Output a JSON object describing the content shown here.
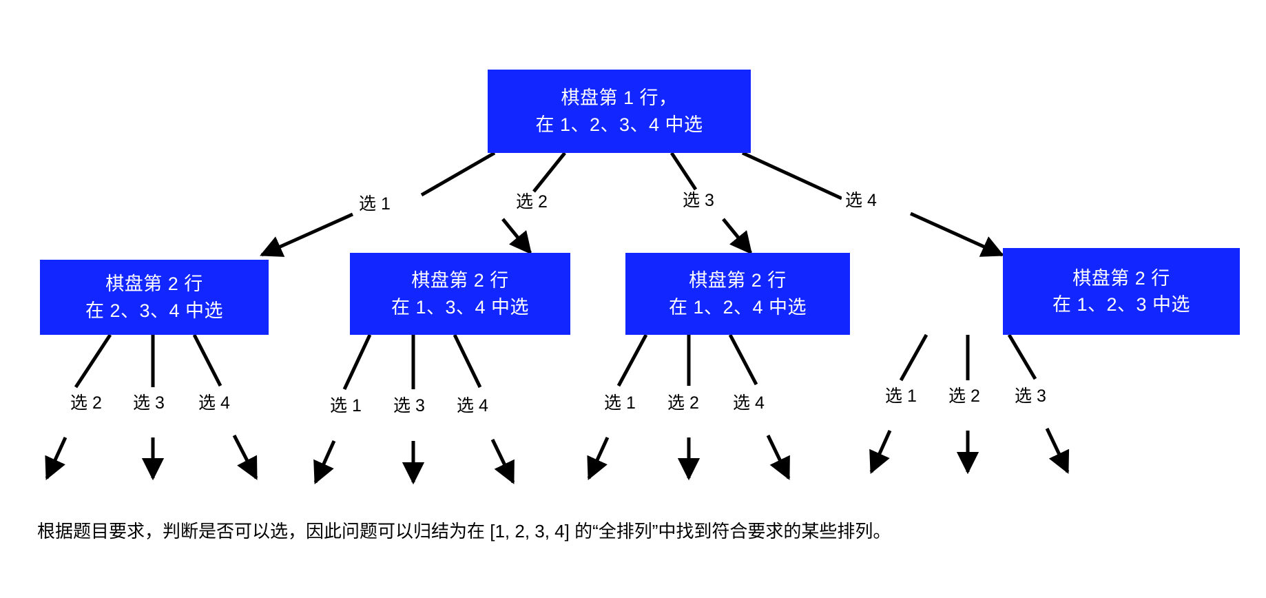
{
  "diagram": {
    "title_text": "",
    "colors": {
      "node_fill": "#1226ff",
      "node_text": "#ffffff",
      "edge": "#000000",
      "background": "#ffffff"
    },
    "root": {
      "line1": "棋盘第 1 行，",
      "line2": "在 1、2、3、4 中选"
    },
    "children": [
      {
        "line1": "棋盘第 2 行",
        "line2": "在 2、3、4 中选"
      },
      {
        "line1": "棋盘第 2 行",
        "line2": "在 1、3、4 中选"
      },
      {
        "line1": "棋盘第 2 行",
        "line2": "在 1、2、4 中选"
      },
      {
        "line1": "棋盘第 2 行",
        "line2": "在 1、2、3 中选"
      }
    ],
    "level1_labels": [
      "选 1",
      "选 2",
      "选 3",
      "选 4"
    ],
    "level2_labels": [
      [
        "选 2",
        "选 3",
        "选 4"
      ],
      [
        "选 1",
        "选 3",
        "选 4"
      ],
      [
        "选 1",
        "选 2",
        "选 4"
      ],
      [
        "选 1",
        "选 2",
        "选 3"
      ]
    ],
    "caption": "根据题目要求，判断是否可以选，因此问题可以归结为在 [1, 2, 3, 4] 的“全排列”中找到符合要求的某些排列。"
  }
}
